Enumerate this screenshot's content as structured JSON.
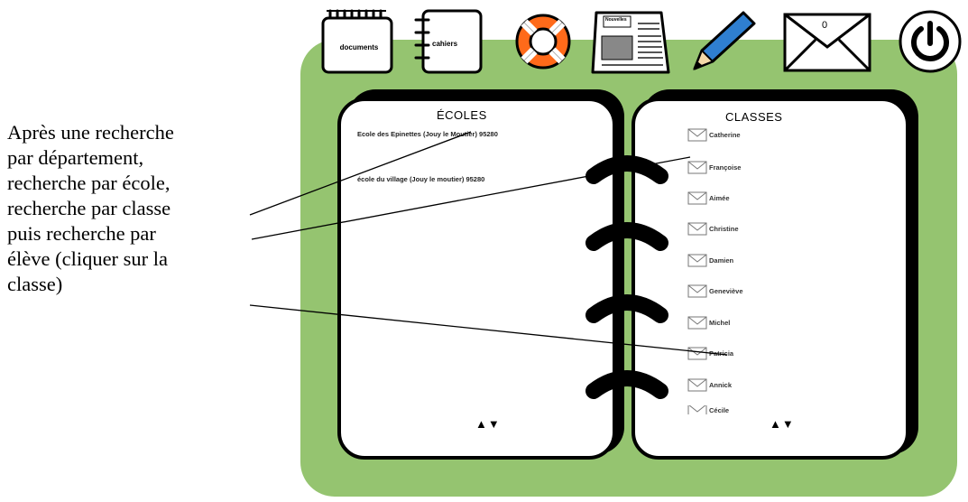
{
  "toolbar": {
    "documents_label": "documents",
    "cahiers_label": "cahiers",
    "newspaper_label": "Nouvelles",
    "messages_count": "0"
  },
  "schools_page": {
    "title": "ÉCOLES",
    "items": [
      "Ecole des Epinettes (Jouy le Moutier) 95280",
      "école du village (Jouy le moutier) 95280"
    ],
    "nav": "▲▼"
  },
  "classes_page": {
    "title": "CLASSES",
    "items": [
      "Catherine",
      "Françoise",
      "Aimée",
      "Christine",
      "Damien",
      "Geneviève",
      "Michel",
      "Patricia",
      "Annick",
      "Cécile"
    ],
    "nav": "▲▼"
  },
  "annotation": {
    "lines": [
      "Après une recherche",
      "par département,",
      "recherche par école,",
      "recherche par classe",
      "puis recherche par",
      "élève (cliquer sur la",
      "classe)"
    ]
  },
  "colors": {
    "panel": "#95c470",
    "lifebuoy": "#ff6a1a",
    "pencil": "#2f7fd0"
  }
}
